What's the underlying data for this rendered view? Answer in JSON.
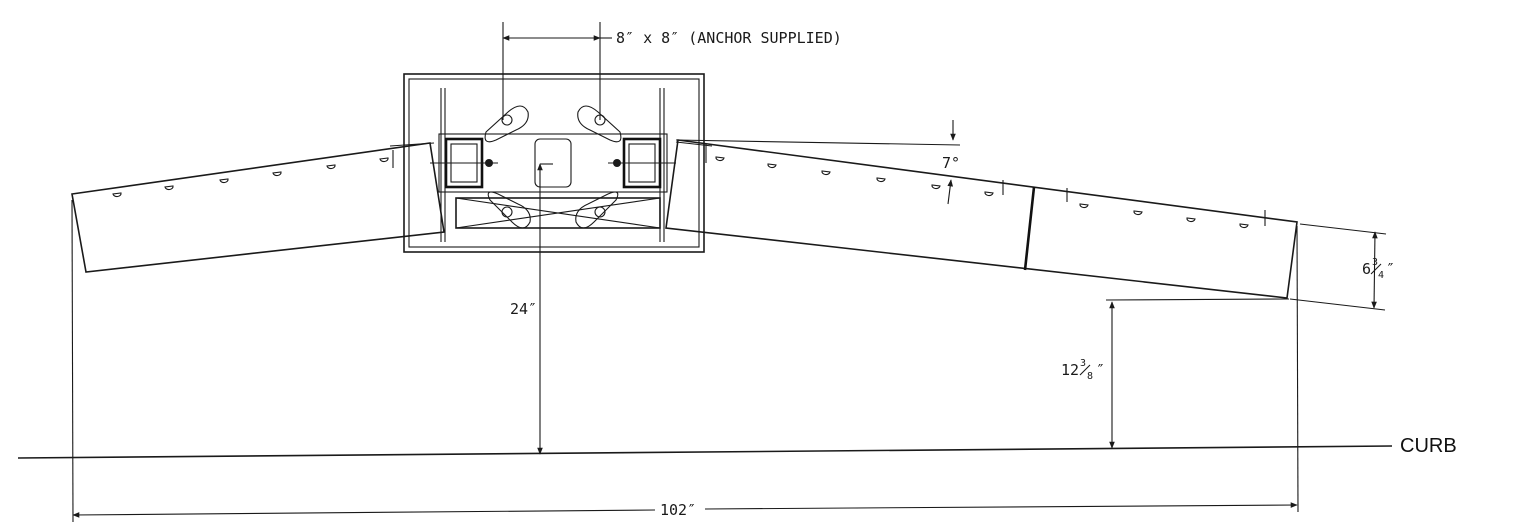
{
  "labels": {
    "anchor": "8″ x 8″ (ANCHOR SUPPLIED)",
    "angle": "7°",
    "height_24": "24″",
    "width_102": "102″",
    "curb": "CURB",
    "dim_right_whole": "6",
    "dim_right_num": "3",
    "dim_right_den": "4",
    "dim_right_unit": "″",
    "dim_gap_whole": "12",
    "dim_gap_num": "3",
    "dim_gap_den": "8",
    "dim_gap_unit": "″"
  },
  "colors": {
    "ink": "#1a1a1a",
    "background": "#ffffff"
  }
}
